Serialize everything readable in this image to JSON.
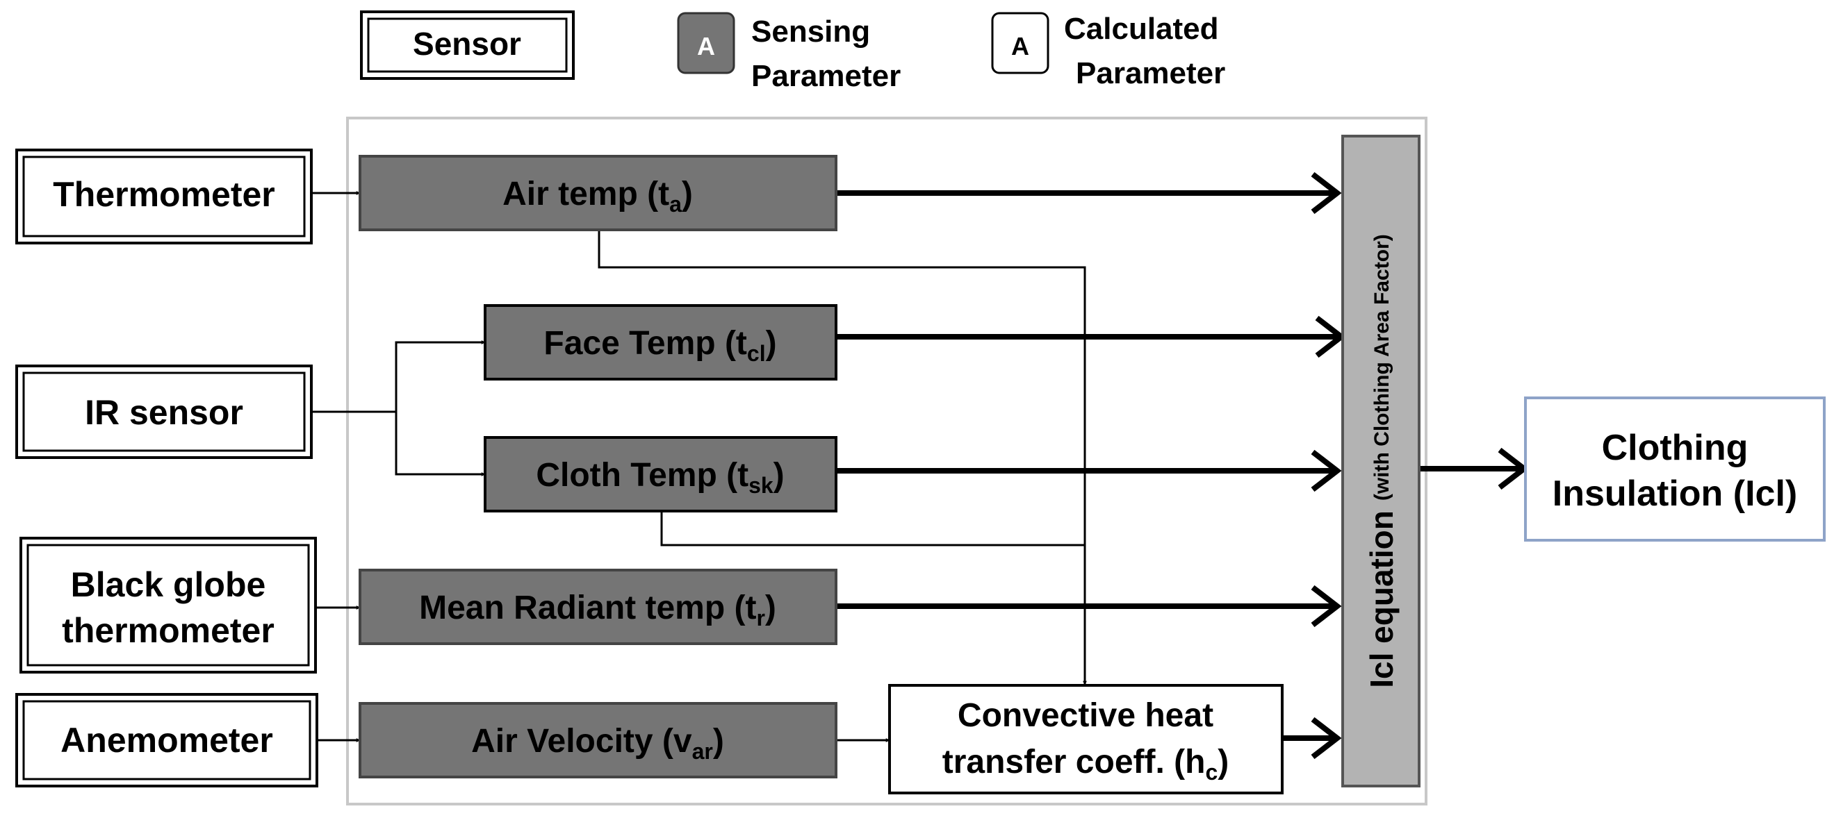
{
  "legend": {
    "sensor_label": "Sensor",
    "sensing_symbol": "A",
    "sensing_line1": "Sensing",
    "sensing_line2": "Parameter",
    "calculated_symbol": "A",
    "calculated_line1": "Calculated",
    "calculated_line2": "Parameter"
  },
  "sensors": {
    "thermometer": "Thermometer",
    "ir_sensor": "IR sensor",
    "black_globe_line1": "Black globe",
    "black_globe_line2": "thermometer",
    "anemometer": "Anemometer"
  },
  "parameters": {
    "air_temp": {
      "text": "Air temp (t",
      "sub": "a",
      "close": ")"
    },
    "face_temp": {
      "text": "Face Temp (t",
      "sub": "cl",
      "close": ")"
    },
    "cloth_temp": {
      "text": "Cloth Temp (t",
      "sub": "sk",
      "close": ")"
    },
    "mean_radiant": {
      "text": "Mean Radiant temp (t",
      "sub": "r",
      "close": ")"
    },
    "air_velocity": {
      "text": "Air Velocity (v",
      "sub": "ar",
      "close": ")"
    }
  },
  "convective": {
    "line1": "Convective heat",
    "line2": "transfer coeff. (h",
    "sub": "c",
    "close": ")"
  },
  "equation": {
    "main": "Icl equation",
    "note": "(with Clothing Area Factor)"
  },
  "output": {
    "line1": "Clothing",
    "line2": "Insulation (Icl)"
  },
  "colors": {
    "sensing_fill": "#757575",
    "equation_fill": "#b3b3b3",
    "output_border": "#8ea3c8",
    "frame_border": "#c8c8c8"
  }
}
